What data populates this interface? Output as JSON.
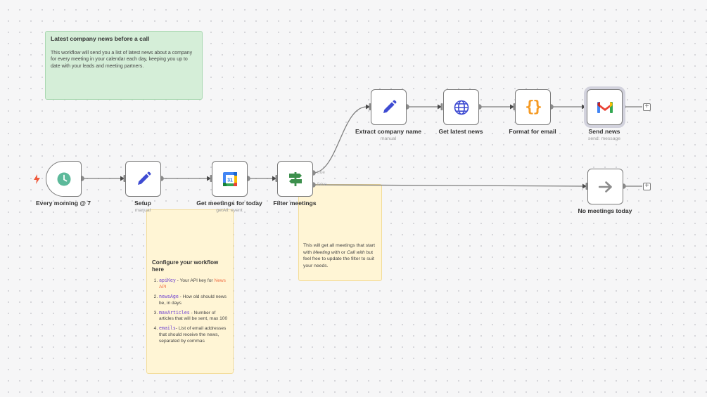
{
  "notes": {
    "intro": {
      "title": "Latest company news before a call",
      "body": "This workflow will send you a list of latest news about a company for every meeting in your calendar each day, keeping you up to date with your leads and meeting partners."
    },
    "config": {
      "title": "Configure your workflow here",
      "items": [
        {
          "code": "apiKey",
          "text": " - Your API key for ",
          "link": "News API"
        },
        {
          "code": "newsAge",
          "text": " - How old should news be, in days"
        },
        {
          "code": "maxArticles",
          "text": " - Number of articles that will be sent, max 100"
        },
        {
          "code": "emails",
          "text": "- List of email addresses that should receive the news, separated by commas"
        }
      ]
    },
    "filter": {
      "pre": "This will get all meetings that start with ",
      "em1": "Meeting with",
      "mid": " or ",
      "em2": "Call with",
      "post": " but feel free to update the filter to suit your needs."
    }
  },
  "nodes": {
    "trigger": {
      "name": "Every morning @ 7",
      "icon": "clock-icon"
    },
    "setup": {
      "name": "Setup",
      "sub": "manual",
      "icon": "pencil-icon"
    },
    "calendar": {
      "name": "Get meetings for today",
      "sub": "getAll: event",
      "icon": "google-calendar-icon",
      "cal_day": "31"
    },
    "filter": {
      "name": "Filter meetings",
      "icon": "signpost-icon",
      "port_true": "true",
      "port_false": "false"
    },
    "extract": {
      "name": "Extract company name",
      "sub": "manual",
      "icon": "pencil-icon"
    },
    "news": {
      "name": "Get latest news",
      "icon": "globe-icon"
    },
    "format": {
      "name": "Format for email",
      "icon": "braces-icon",
      "glyph": "{}"
    },
    "send": {
      "name": "Send news",
      "sub": "send: message",
      "icon": "gmail-icon"
    },
    "none": {
      "name": "No meetings today",
      "icon": "arrow-right-icon"
    }
  },
  "plus_glyph": "+",
  "colors": {
    "clock": "#5cb99a",
    "pencil": "#3e4bd2",
    "globe": "#3e4bd2",
    "braces": "#f59a23",
    "filter": "#3c8f4c",
    "arrow": "#8c8c8c"
  }
}
